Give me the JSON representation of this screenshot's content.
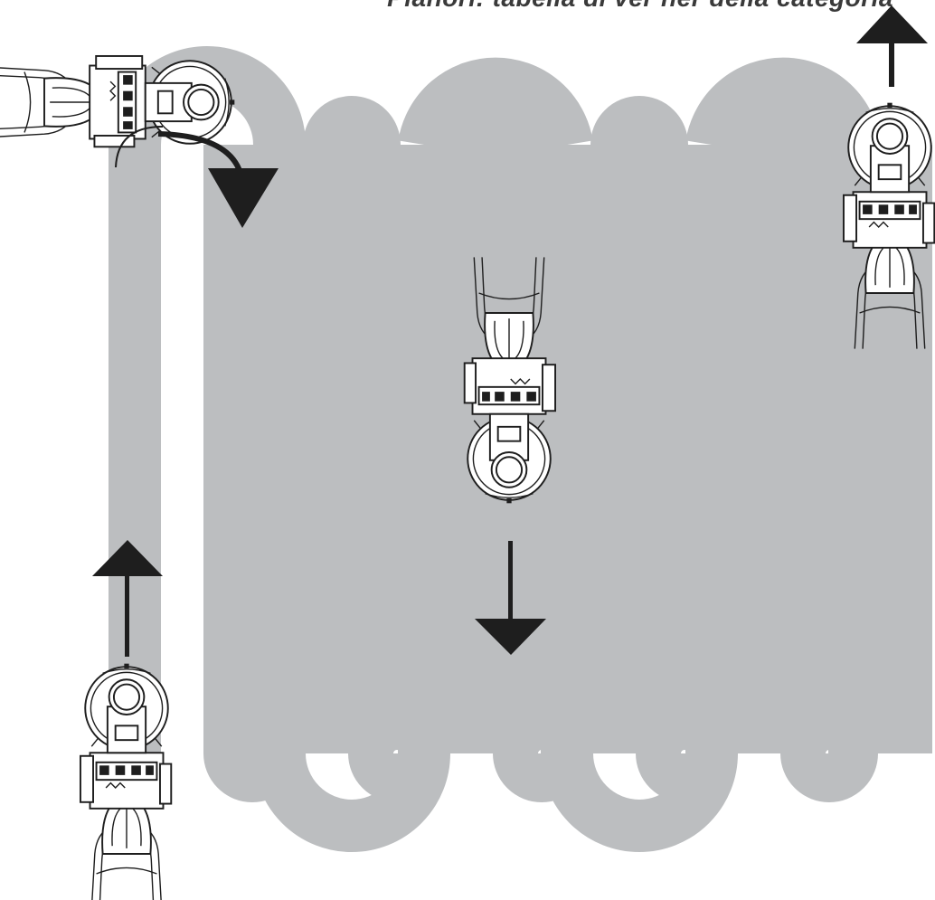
{
  "title": "Pianori: tabella di ver ner della categoria",
  "path": {
    "color": "#bcbec0"
  },
  "machines": [
    {
      "name": "top-left",
      "direction": "turning-right"
    },
    {
      "name": "bottom-left",
      "direction": "up"
    },
    {
      "name": "center",
      "direction": "down"
    },
    {
      "name": "top-right",
      "direction": "up"
    }
  ],
  "arrows": {
    "color": "#1e1e1e"
  }
}
